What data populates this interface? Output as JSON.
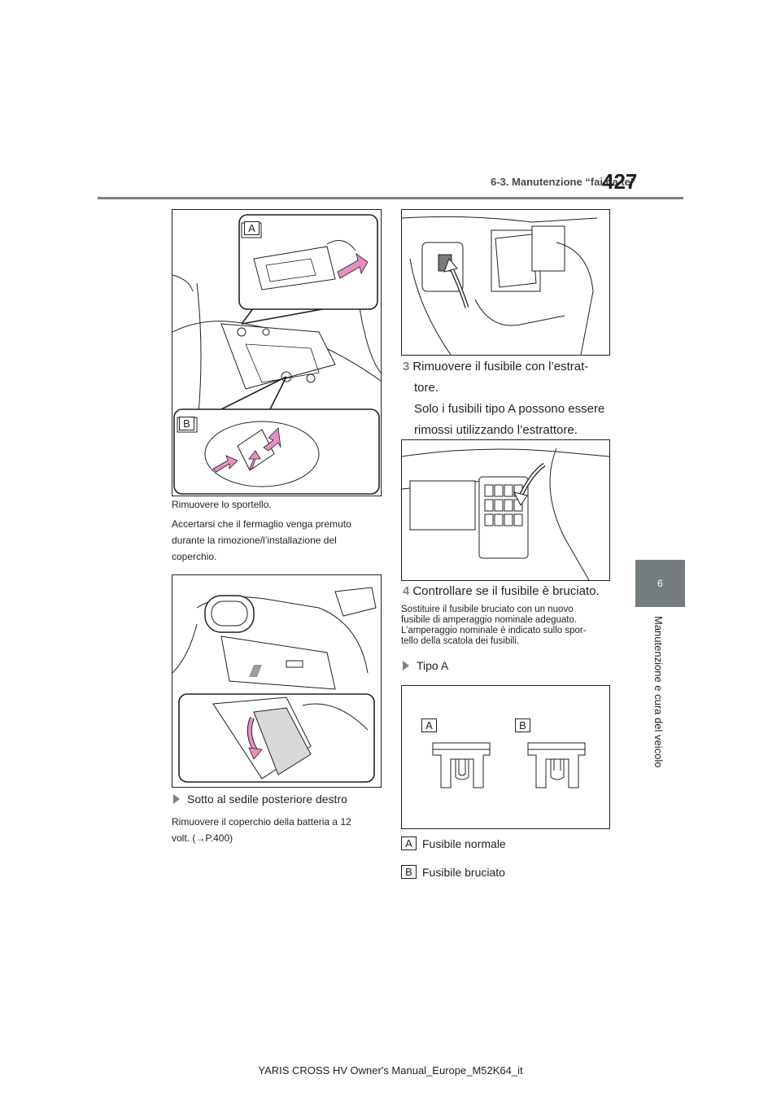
{
  "header": {
    "section": "6-3. Manutenzione “fai da te”",
    "page_number": "427"
  },
  "side_tab": {
    "chapter_number": "6",
    "chapter_title": "Manutenzione e cura del veicolo"
  },
  "figures": {
    "fig1_labels": [
      "A",
      "B"
    ],
    "fig5_labels": [
      "A",
      "B"
    ]
  },
  "left_column": {
    "caption1": "Rimuovere lo sportello.",
    "caption2_lines": [
      "Accertarsi che il fermaglio venga premuto",
      "durante la rimozione/l’installazione del",
      "coperchio."
    ],
    "bullet": "Sotto al sedile posteriore destro",
    "caption3_lines": [
      "Rimuovere il coperchio della batteria a 12",
      "volt. (→P.400)"
    ]
  },
  "right_column": {
    "step3": {
      "number": "3",
      "lines": [
        "Rimuovere il fusibile con l’estrat-",
        "tore.",
        "Solo i fusibili tipo A possono essere",
        "rimossi utilizzando l’estrattore."
      ]
    },
    "step4": {
      "number": "4",
      "text": "Controllare se il fusibile è bruciato."
    },
    "note_lines": [
      "Sostituire il fusibile bruciato con un nuovo",
      "fusibile di amperaggio nominale adeguato.",
      "L’amperaggio nominale è indicato sullo spor-",
      "tello della scatola dei fusibili."
    ],
    "bullet": "Tipo A",
    "legend": [
      {
        "label": "A",
        "text": "Fusibile normale"
      },
      {
        "label": "B",
        "text": "Fusibile bruciato"
      }
    ]
  },
  "footer": {
    "text": "YARIS CROSS HV Owner's Manual_Europe_M52K64_it"
  },
  "colors": {
    "accent_gray": "#7a8384",
    "tab_gray": "#747c7d",
    "arrow_pink": "#e58fc2",
    "text": "#231f20"
  }
}
